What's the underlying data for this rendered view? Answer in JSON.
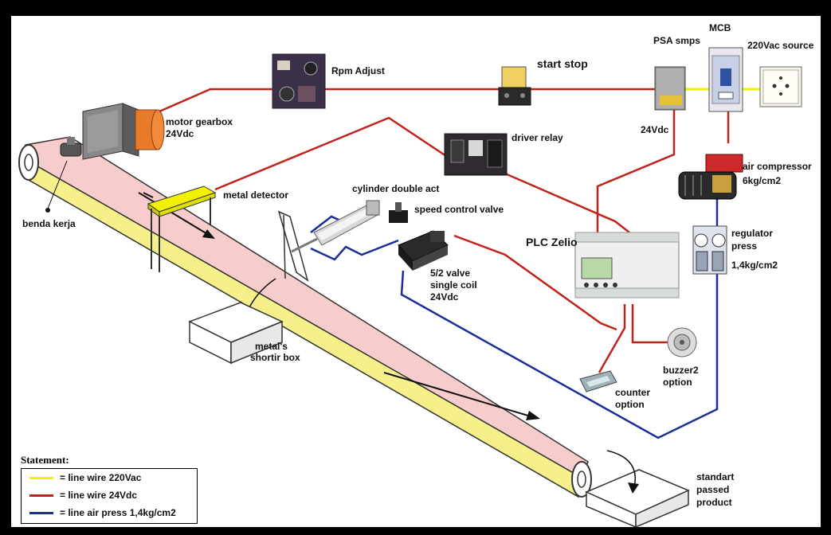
{
  "labels": {
    "mcb": "MCB",
    "psa": "PSA smps",
    "source": "220Vac source",
    "rpm_adjust": "Rpm Adjust",
    "start_stop": "start  stop",
    "motor_line1": "motor gearbox",
    "motor_line2": "24Vdc",
    "psa_24vdc": "24Vdc",
    "driver_relay": "driver relay",
    "air_comp_line1": "air compressor",
    "air_comp_line2": "6kg/cm2",
    "metal_detector": "metal detector",
    "cylinder": "cylinder double act",
    "speed_valve": "speed control valve",
    "benda_kerja": "benda kerja",
    "plc": "PLC Zelio",
    "regulator_line1": "regulator",
    "regulator_line2": "press",
    "regulator_line3": "1,4kg/cm2",
    "valve_line1": "5/2 valve",
    "valve_line2": "single coil",
    "valve_line3": "24Vdc",
    "metal_box_line1": "metal's",
    "metal_box_line2": "shortir box",
    "buzzer_line1": "buzzer2",
    "buzzer_line2": "option",
    "counter_line1": "counter",
    "counter_line2": "option",
    "passed_line1": "standart",
    "passed_line2": "passed",
    "passed_line3": "product"
  },
  "legend": {
    "title": "Statement:",
    "items": [
      {
        "label": "= line wire 220Vac",
        "color": "#f2f200"
      },
      {
        "label": "= line wire  24Vdc",
        "color": "#c0221c"
      },
      {
        "label": "= line air press  1,4kg/cm2",
        "color": "#1a2e9a"
      }
    ]
  },
  "colors": {
    "wire_220vac": "#f2f200",
    "wire_24vdc": "#c0221c",
    "air_press": "#1a2e9a",
    "belt": "#f7c9c9",
    "belt_side": "#f6f08a"
  }
}
